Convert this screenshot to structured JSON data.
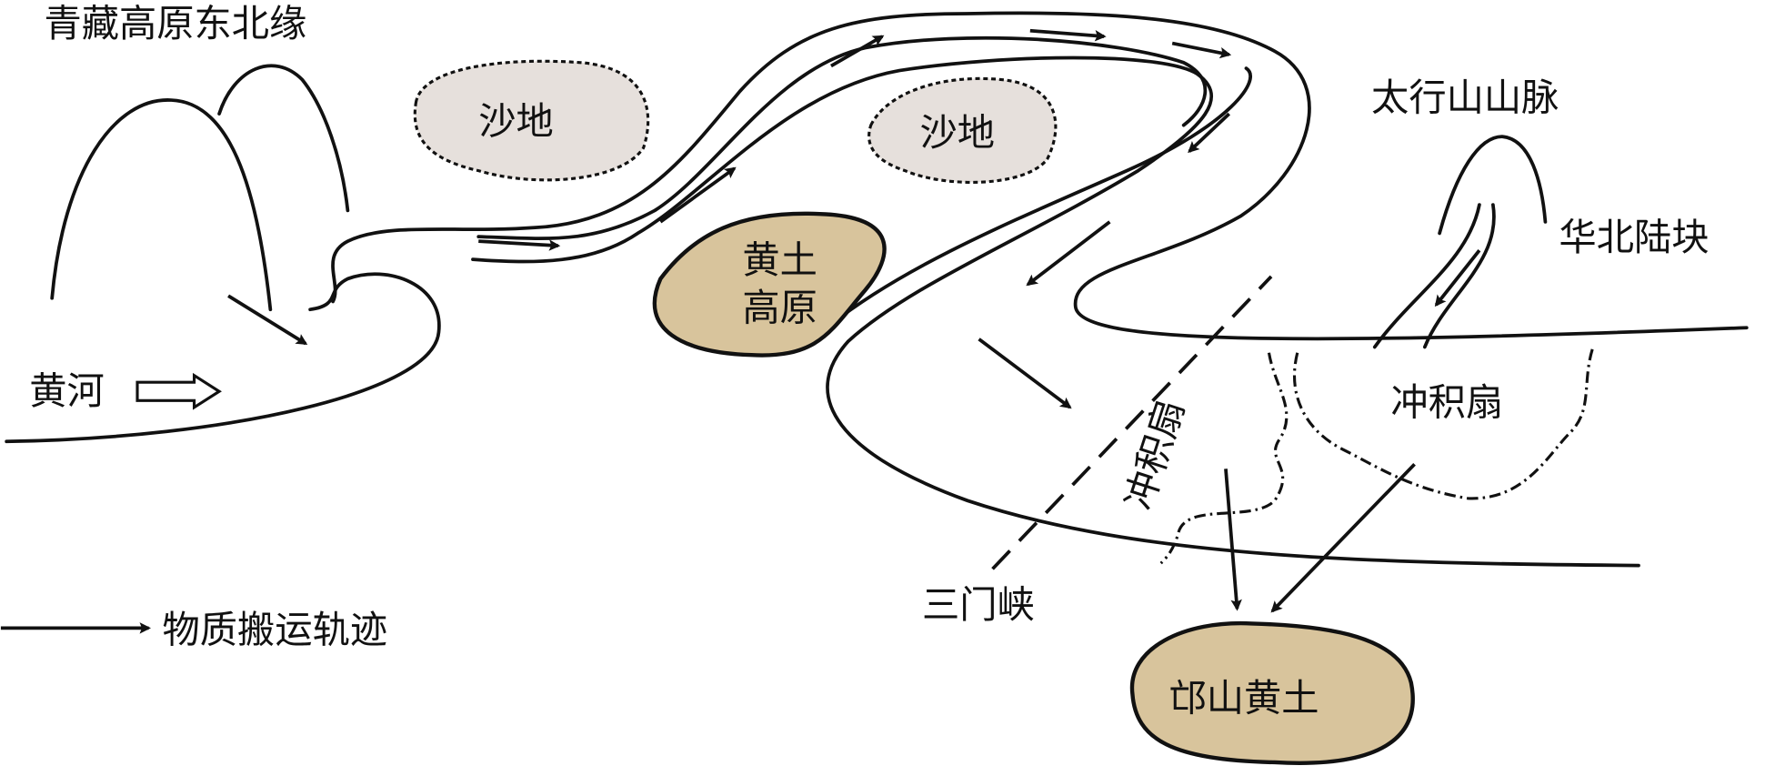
{
  "title": "青藏高原东北缘",
  "labels": {
    "yellow_river": "黄河",
    "sand1": "沙地",
    "sand2": "沙地",
    "loess_plateau_1": "黄土",
    "loess_plateau_2": "高原",
    "taihang": "太行山山脉",
    "north_china": "华北陆块",
    "fan1": "冲积扇",
    "fan2": "冲积扇",
    "sanmenxia": "三门峡",
    "mangshan": "邙山黄土"
  },
  "legend": {
    "transport": "物质搬运轨迹"
  },
  "colors": {
    "loess": "#d8c49c",
    "sand": "#e6e0dc",
    "line": "#111111"
  }
}
